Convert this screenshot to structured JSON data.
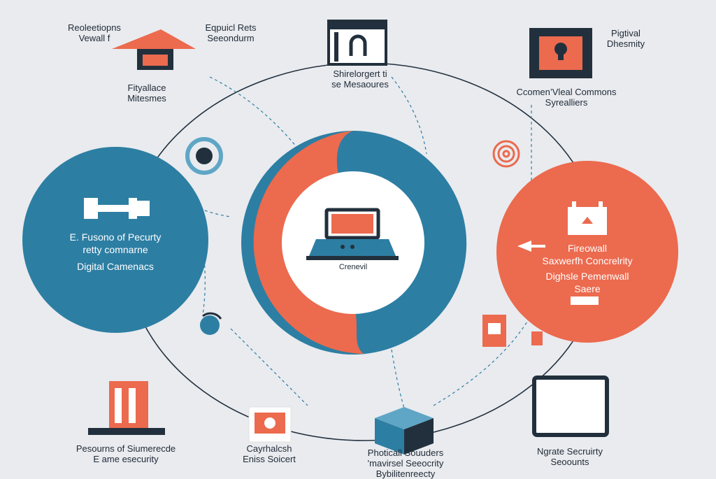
{
  "colors": {
    "background": "#e9ebef",
    "coral": "#ec6a4e",
    "teal": "#2d7ea3",
    "navy": "#22303d",
    "light_teal": "#5fa6c6"
  },
  "top_left": {
    "label_a": "Reoleetiopns\nVewall f",
    "label_b": "Eqpuicl Rets\nSeeondurm",
    "label_c": "Fityallace\nMitesmes",
    "icon": "house-roof-icon"
  },
  "top_center": {
    "label": "Shirelorgert ti\nse Mesaoures",
    "icon": "browser-window-icon"
  },
  "top_right": {
    "label_a": "Pigtival\nDhesmity",
    "label_b": "Ccomen’Vleal Commons\nSyrealliers",
    "icon": "lock-tablet-icon"
  },
  "left_circle": {
    "lines": [
      "E. Fusono of Pecurty",
      "retty comnarne",
      "Digital Camenacs"
    ],
    "icon": "barbell-icon"
  },
  "right_circle": {
    "lines": [
      "Fireowall",
      "Saxwerfh Concrelrity",
      "Dighsle Pemenwall",
      "Saere"
    ],
    "icon": "server-box-icon"
  },
  "hub": {
    "label": "Crenevil",
    "icon": "laptop-icon"
  },
  "bottom": [
    {
      "label": "Pesourns of Siumerecde\nE ame esecurity",
      "icon": "door-icon"
    },
    {
      "label": "Cayrhalcsh\nEniss Soicert",
      "icon": "camera-icon"
    },
    {
      "label": "Photicall Souuders\n'mavirsel Seeocrity\nBybilitenreecty",
      "icon": "server-cube-icon"
    },
    {
      "label": "Ngrate Secruirty\nSeoounts",
      "icon": "tablet-icon"
    }
  ]
}
